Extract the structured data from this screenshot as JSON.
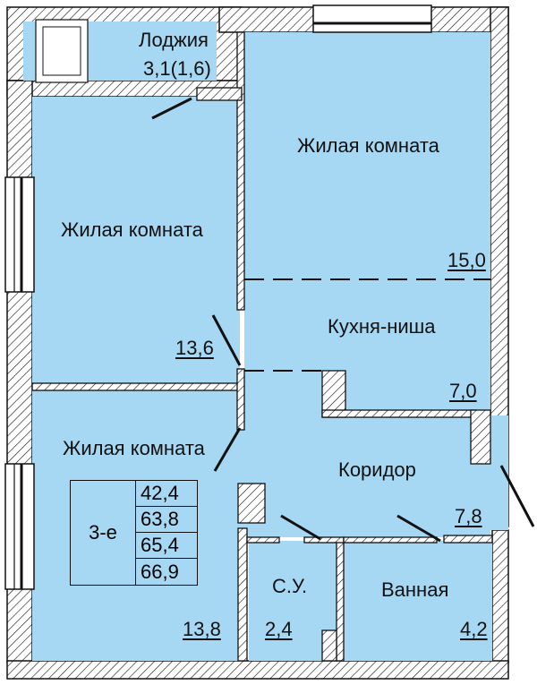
{
  "plan": {
    "colors": {
      "room_fill": "#a6d8f3",
      "wall_fill": "#ffffff",
      "wall_line": "#111111"
    },
    "loggia": {
      "name": "Лоджия",
      "area": "3,1(1,6)"
    },
    "rooms": {
      "living_top_right": {
        "name": "Жилая комната",
        "area": "15,0"
      },
      "living_left": {
        "name": "Жилая комната",
        "area": "13,6"
      },
      "kitchen": {
        "name": "Кухня-ниша",
        "area": "7,0"
      },
      "living_bottom_left": {
        "name": "Жилая комната",
        "area": "13,8"
      },
      "corridor": {
        "name": "Коридор",
        "area": "7,8"
      },
      "wc": {
        "name": "С.У.",
        "area": "2,4"
      },
      "bath": {
        "name": "Ванная",
        "area": "4,2"
      }
    },
    "area_table": {
      "type": "3-е",
      "values": [
        "42,4",
        "63,8",
        "65,4",
        "66,9"
      ]
    }
  }
}
